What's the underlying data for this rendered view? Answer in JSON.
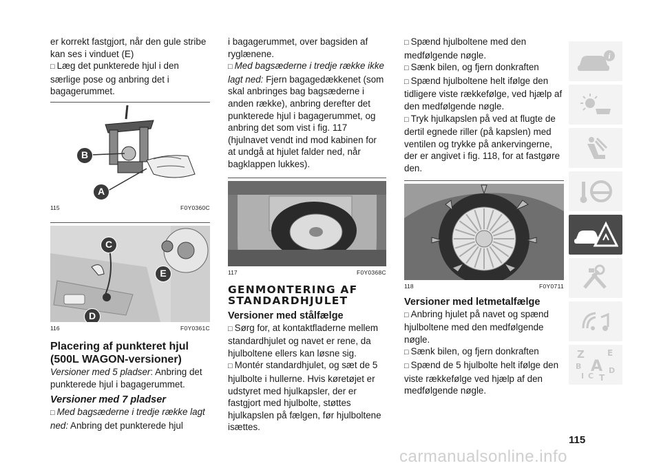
{
  "col1": {
    "p1": "er korrekt fastgjort, når den gule stribe kan ses i vinduet (E)",
    "p2": "Læg det punkterede hjul i den særlige pose og anbring det i bagagerummet.",
    "fig115": {
      "num": "115",
      "code": "F0Y0360C",
      "labels": [
        "B",
        "A"
      ]
    },
    "fig116": {
      "num": "116",
      "code": "F0Y0361C",
      "labels": [
        "C",
        "E",
        "D"
      ]
    },
    "h_placering": "Placering af punkteret hjul (500L WAGON-versioner)",
    "p3_italic": "Versioner med 5 pladser",
    "p3_text": ": Anbring det punkterede hjul i bagagerummet.",
    "h_7pladser": "Versioner med 7 pladser",
    "p4_italic": "Med bagsæderne i tredje række lagt ned:",
    "p4_text": " Anbring det punkterede hjul"
  },
  "col2": {
    "p1": "i bagagerummet, over bagsiden af ryglænene.",
    "p2_italic": "Med bagsæderne i tredje række ikke lagt ned:",
    "p2_text": " Fjern bagagedækkenet (som skal anbringes bag bagsæderne i anden række), anbring derefter det punkterede hjul i bagagerummet, og anbring det som vist i fig. 117 (hjulnavet vendt ind mod kabinen for at undgå at hjulet falder ned, når bagklappen lukkes).",
    "fig117": {
      "num": "117",
      "code": "F0Y0368C"
    },
    "h_genmontering": "GENMONTERING AF STANDARDHJULET",
    "h_staal": "Versioner med stålfælge",
    "b1": "Sørg for, at kontaktfladerne mellem standardhjulet og navet er rene, da hjulboltene ellers kan løsne sig.",
    "b2": "Montér standardhjulet, og sæt de 5 hjulbolte i hullerne. Hvis køretøjet er udstyret med hjulkapsler, der er fastgjort med hjulbolte, støttes hjulkapslen på fælgen, før hjulboltene isættes."
  },
  "col3": {
    "b1": "Spænd hjulboltene med den medfølgende nøgle.",
    "b2": "Sænk bilen, og fjern donkraften",
    "b3": "Spænd hjulboltene helt ifølge den tidligere viste rækkefølge, ved hjælp af den medfølgende nøgle.",
    "b4": "Tryk hjulkapslen på ved at flugte de dertil egnede riller (på kapslen) med ventilen og trykke på ankervingerne, der er angivet i fig. 118, for at fastgøre den.",
    "fig118": {
      "num": "118",
      "code": "F0Y0711"
    },
    "h_let": "Versioner med letmetalfælge",
    "b5": "Anbring hjulet på navet og spænd hjulboltene med den medfølgende nøgle.",
    "b6": "Sænk bilen, og fjern donkraften",
    "b7": "Spænd de 5 hjulbolte helt ifølge den viste rækkefølge ved hjælp af den medfølgende nøgle."
  },
  "page_number": "115",
  "watermark": "carmanualsonline.info",
  "sidebar_tabs": [
    {
      "icon": "car-info-icon",
      "active": false
    },
    {
      "icon": "dashboard-lights-icon",
      "active": false
    },
    {
      "icon": "seat-airbag-icon",
      "active": false
    },
    {
      "icon": "key-steering-icon",
      "active": false
    },
    {
      "icon": "breakdown-warning-icon",
      "active": true
    },
    {
      "icon": "maintenance-tools-icon",
      "active": false
    },
    {
      "icon": "multimedia-icon",
      "active": false
    },
    {
      "icon": "alphabetical-index-icon",
      "active": false
    }
  ],
  "index_letters": [
    "Z",
    "E",
    "B",
    "A",
    "I",
    "C",
    "T",
    "D"
  ],
  "colors": {
    "active_tab": "#4a4a4a",
    "tab": "#f3f3f3",
    "icon": "#c8c8c8",
    "text": "#1a1a1a"
  }
}
